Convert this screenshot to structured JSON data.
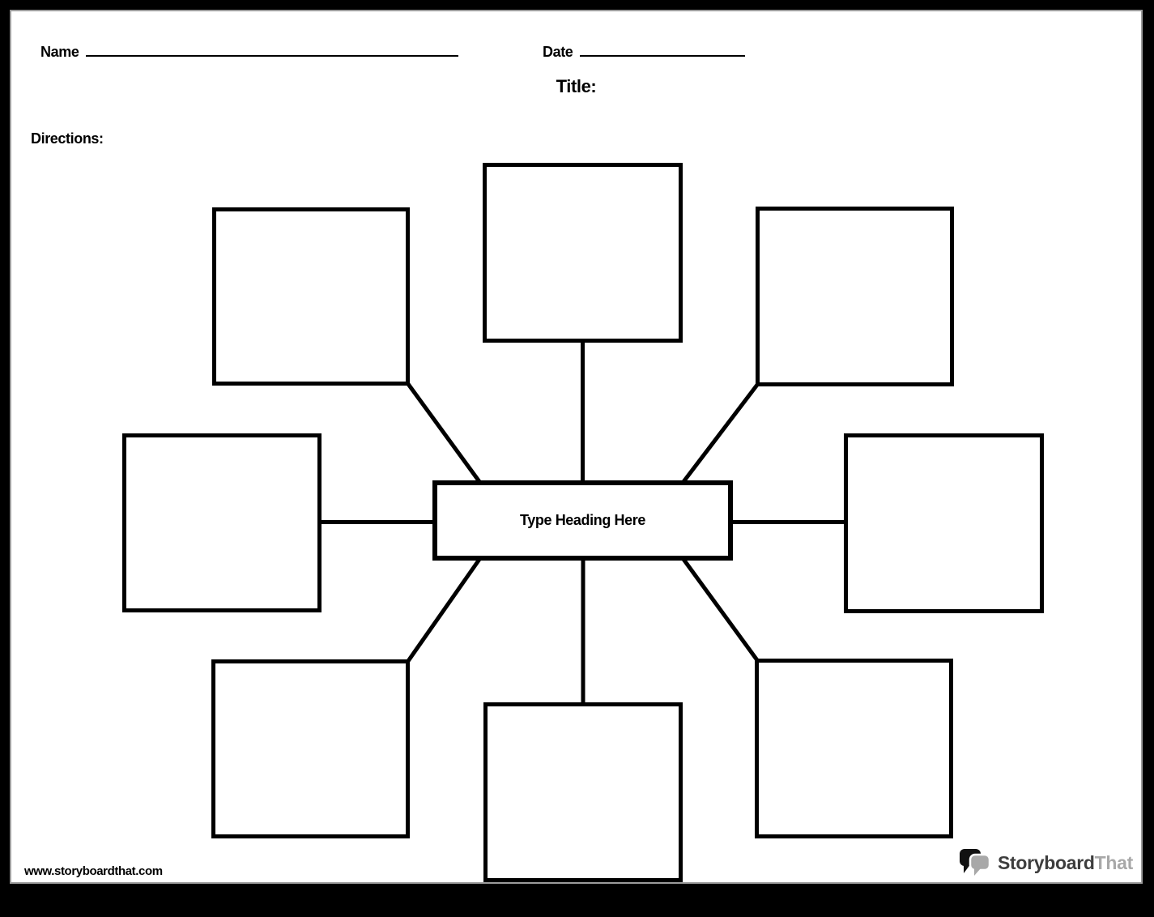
{
  "header": {
    "name_label": "Name",
    "date_label": "Date",
    "title_label": "Title:",
    "directions_label": "Directions:"
  },
  "diagram": {
    "type": "spider-map",
    "center_heading": "Type Heading Here",
    "spoke_count": 8,
    "spoke_positions": [
      "top",
      "top-left",
      "top-right",
      "left",
      "right",
      "bottom-left",
      "bottom-right",
      "bottom"
    ]
  },
  "footer": {
    "website_url": "www.storyboardthat.com",
    "logo_text_primary": "Storyboard",
    "logo_text_secondary": "That"
  },
  "colors": {
    "line_color": "#000000",
    "page_background": "#ffffff",
    "canvas_background": "#000000",
    "page_edge": "#9c9c9c",
    "logo_primary": "#3d3d3d",
    "logo_secondary": "#a8a8a8"
  }
}
